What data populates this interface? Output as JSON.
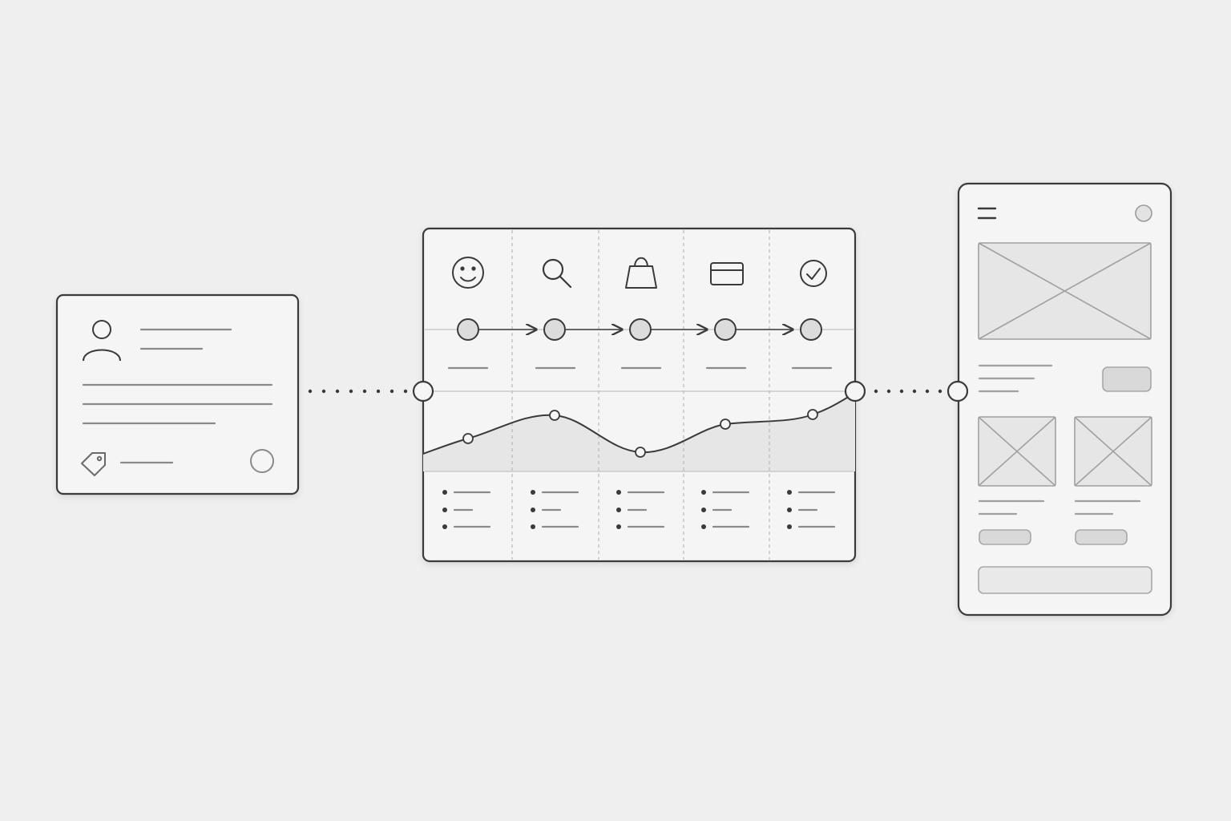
{
  "diagram": {
    "palette": {
      "background": "#efefef",
      "panel": "#f5f5f5",
      "stroke": "#3a3a3a",
      "line": "#8a8a8a",
      "light_line": "#c2c2c2",
      "fill_light": "#e6e6e6",
      "fill_mid": "#d9d9d9"
    },
    "persona_card": {
      "icons": [
        "user-icon",
        "tag-icon",
        "circle-icon"
      ]
    },
    "journey_map": {
      "stage_icons": [
        "smiley-icon",
        "search-icon",
        "shopping-bag-icon",
        "credit-card-icon",
        "check-circle-icon"
      ],
      "stage_count": 5,
      "emotion_curve_points": 5,
      "bullets_per_stage": 3
    },
    "mobile_wireframe": {
      "icons": [
        "menu-icon",
        "profile-circle-icon"
      ],
      "image_placeholders": 3,
      "buttons": 3
    }
  }
}
